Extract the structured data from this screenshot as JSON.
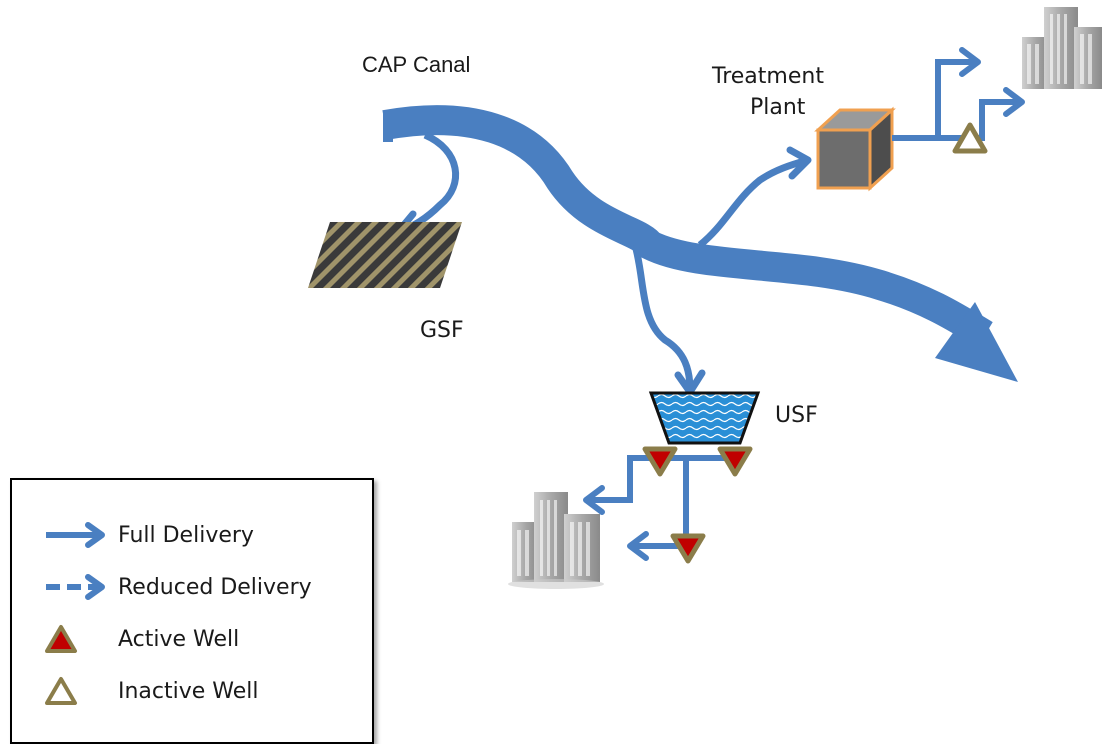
{
  "labels": {
    "cap_canal": "CAP Canal",
    "treatment_plant_line1": "Treatment",
    "treatment_plant_line2": "Plant",
    "gsf": "GSF",
    "usf": "USF"
  },
  "legend": {
    "full_delivery": "Full Delivery",
    "reduced_delivery": "Reduced Delivery",
    "active_well": "Active Well",
    "inactive_well": "Inactive Well"
  },
  "colors": {
    "flow_blue": "#4a7fc1",
    "well_outline": "#8b7d4a",
    "well_active_fill": "#c00000",
    "treatment_plant_fill": "#6d6d6d",
    "treatment_plant_border": "#f0a050",
    "gsf_fill": "#3a3a3a",
    "gsf_stripe": "#a0946a",
    "usf_fill": "#2a8fd6"
  }
}
